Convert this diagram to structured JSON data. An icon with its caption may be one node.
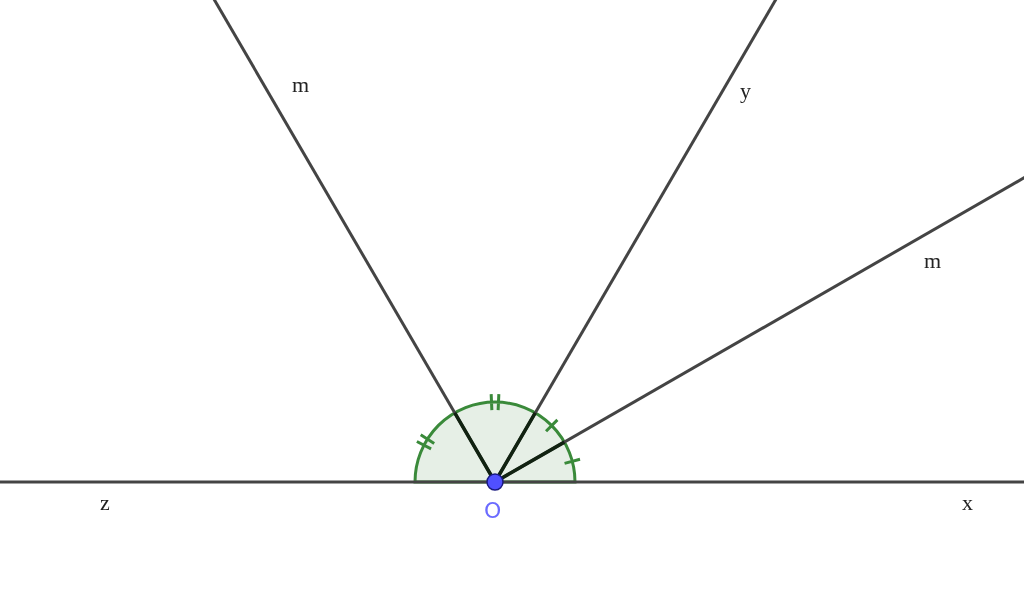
{
  "diagram": {
    "labels": [
      "m",
      "y",
      "m",
      "z",
      "x",
      "O"
    ]
  }
}
